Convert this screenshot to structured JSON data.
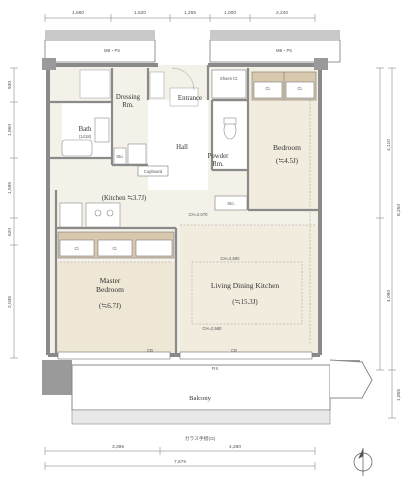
{
  "rooms": {
    "dressing": {
      "line1": "Dressing",
      "line2": "Rm."
    },
    "entrance": "Entrance",
    "bath": {
      "name": "Bath",
      "size": "(1418)"
    },
    "hall": "Hall",
    "powder": {
      "line1": "Powder",
      "line2": "Rm."
    },
    "bedroom": {
      "name": "Bedroom",
      "area": "(≒4.5J)"
    },
    "kitchen": "(Kitchen ≒3.7J)",
    "master": {
      "line1": "Master",
      "line2": "Bedroom",
      "area": "(≒6.7J)"
    },
    "ldk": {
      "name": "Living Dining Kitchen",
      "area": "(≒15.3J)"
    },
    "balcony": "Balcony"
  },
  "fixtures": {
    "mbps": "MB・PS",
    "shoes": "Shoes Cl.",
    "cupboard": "Cupboard",
    "sto": "Sto.",
    "wic": "WIC",
    "cl": "Cl.",
    "cb": "CB",
    "fix": "FIX",
    "ch_low": "CH=2,070",
    "ch_std": "CH=2,500",
    "ch_hi": "CH=2,580"
  },
  "dimensions": {
    "top": [
      "1,660",
      "1,520",
      "1,255",
      "1,000",
      "2,240"
    ],
    "left": [
      "930",
      "1,960",
      "1,595",
      "620",
      "2,035"
    ],
    "right": [
      "4,110",
      "8,250",
      "4,090",
      "1,855"
    ],
    "bottom": [
      "3,395",
      "4,280",
      "7,675"
    ],
    "bottom_note": "ガラス手摺(G)"
  },
  "colors": {
    "wall": "#8a8a8a",
    "floor": "#f2efe6",
    "wet": "#ffffff",
    "wood": "#d8c9ae",
    "line": "#6f6f6f"
  }
}
